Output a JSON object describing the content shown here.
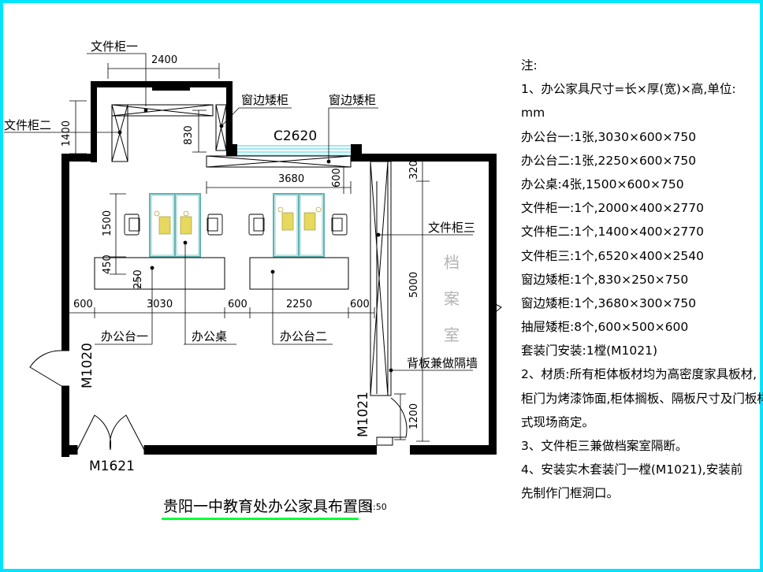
{
  "title": "贵阳一中教育处办公家具布置图",
  "scale": "1:50",
  "colors": {
    "frame": "#00e5ff",
    "desk": "#5fb3b3",
    "underline": "#00ff3a",
    "window": "#40d0e0",
    "label_gray": "#b4b4b4"
  },
  "notes": [
    "注:",
    "1、办公家具尺寸=长×厚(宽)×高,单位:",
    "mm",
    "办公台一:1张,3030×600×750",
    "办公台二:1张,2250×600×750",
    "办公桌:4张,1500×600×750",
    "文件柜一:1个,2000×400×2770",
    "文件柜二:1个,1400×400×2770",
    "文件柜三:1个,6520×400×2540",
    "窗边矮柜:1个,830×250×750",
    "窗边矮柜:1个,3680×300×750",
    "抽屉矮柜:8个,600×500×600",
    "套装门安装:1樘(M1021)",
    "2、材质:所有柜体板材均为高密度家具板材,",
    "柜门为烤漆饰面,柜体搁板、隔板尺寸及门板样",
    "式现场商定。",
    "3、文件柜三兼做档案室隔断。",
    "4、安装实木套装门一樘(M1021),安装前",
    "先制作门框洞口。"
  ],
  "labels": {
    "cabinet1": "文件柜一",
    "cabinet2": "文件柜二",
    "cabinet3": "文件柜三",
    "window_cab_a": "窗边矮柜",
    "window_cab_b": "窗边矮柜",
    "window": "C2620",
    "desk_table1": "办公台一",
    "desk": "办公桌",
    "desk_table2": "办公台二",
    "partition": "背板兼做隔墙",
    "archive_1": "档",
    "archive_2": "案",
    "archive_3": "室",
    "door_left": "M1020",
    "door_bottom": "M1621",
    "door_inner": "M1021"
  },
  "dims": {
    "d2400": "2400",
    "d1400": "1400",
    "d830": "830",
    "d3680": "3680",
    "d600a": "600",
    "d320": "320",
    "d1500": "1500",
    "d450": "450",
    "d250": "250",
    "d5000": "5000",
    "d1200": "1200",
    "b600a": "600",
    "b3030": "3030",
    "b600b": "600",
    "b2250": "2250",
    "b600c": "600"
  }
}
